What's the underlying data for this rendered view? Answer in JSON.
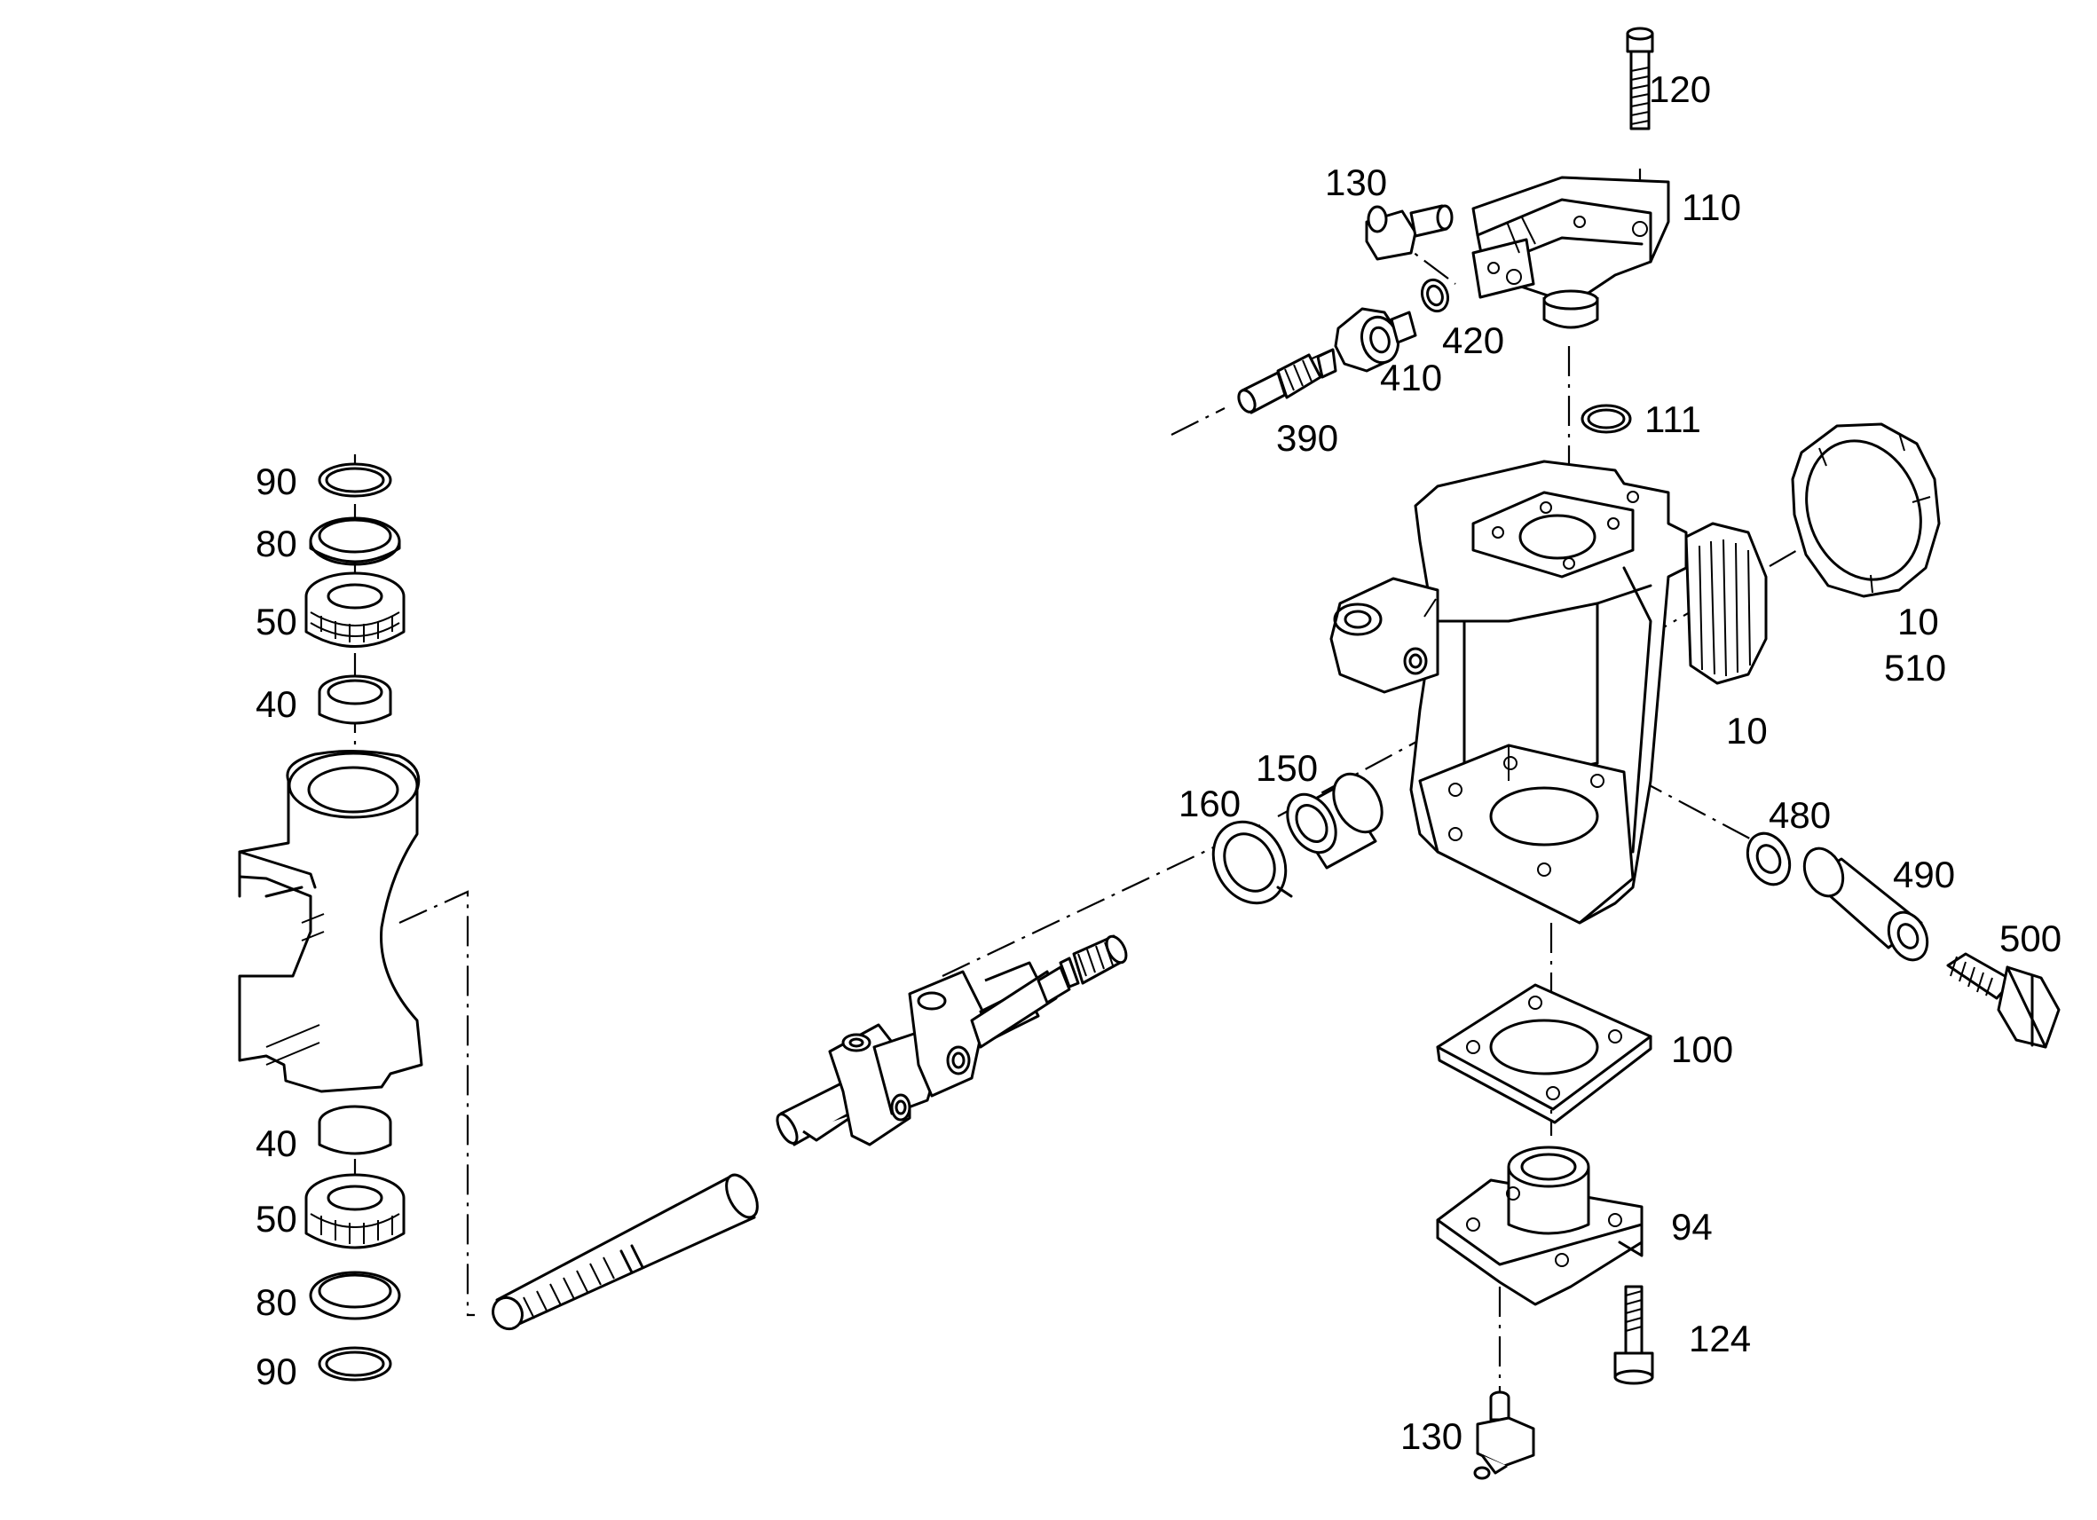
{
  "labels": {
    "p120": "120",
    "p130_top": "130",
    "p110": "110",
    "p420": "420",
    "p410": "410",
    "p390": "390",
    "p111": "111",
    "p90_top": "90",
    "p80_top": "80",
    "p50_top": "50",
    "p40_top": "40",
    "p10_a": "10",
    "p510": "510",
    "p10_b": "10",
    "p150": "150",
    "p160": "160",
    "p480": "480",
    "p490": "490",
    "p500": "500",
    "p100": "100",
    "p40_bot": "40",
    "p50_bot": "50",
    "p94": "94",
    "p80_bot": "80",
    "p124": "124",
    "p90_bot": "90",
    "p130_bot": "130"
  }
}
